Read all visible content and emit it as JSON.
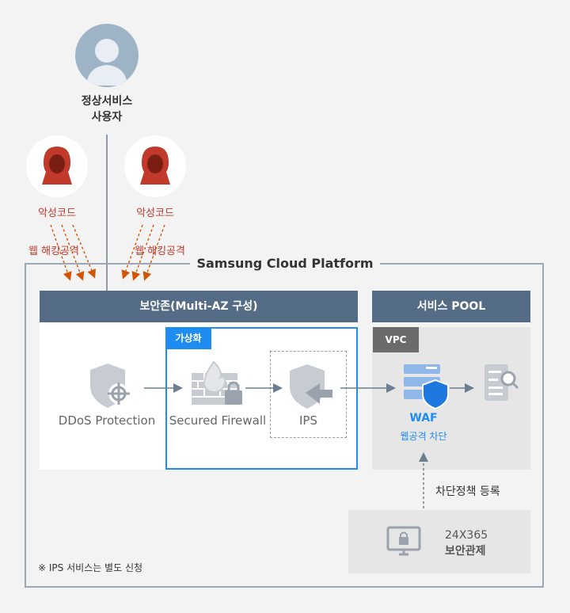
{
  "user_label_line1": "정상서비스",
  "user_label_line2": "사용자",
  "attacker_left": {
    "code_label": "악성코드",
    "attack_label": "웹 해킹공격"
  },
  "attacker_right": {
    "code_label": "악성코드",
    "attack_label": "웹 해킹공격"
  },
  "platform_title": "Samsung Cloud Platform",
  "security_zone_title": "보안존(Multi-AZ 구성)",
  "service_pool_title": "서비스 POOL",
  "virtualization_tag": "가상화",
  "vpc_tag": "VPC",
  "ddos_label": "DDoS Protection",
  "firewall_label": "Secured Firewall",
  "ips_label": "IPS",
  "waf_label": "WAF",
  "waf_sub_label": "웹공격 차단",
  "policy_label": "차단정책 등록",
  "monitor_line1": "24X365",
  "monitor_line2": "보안관제",
  "footnote": "※ IPS 서비스는 별도 신청",
  "colors": {
    "header": "#546c86",
    "accent_blue": "#1e8cf0",
    "attack_red": "#c0392b",
    "icon_gray": "#c7ccd3",
    "frame": "#9aa7b5"
  }
}
